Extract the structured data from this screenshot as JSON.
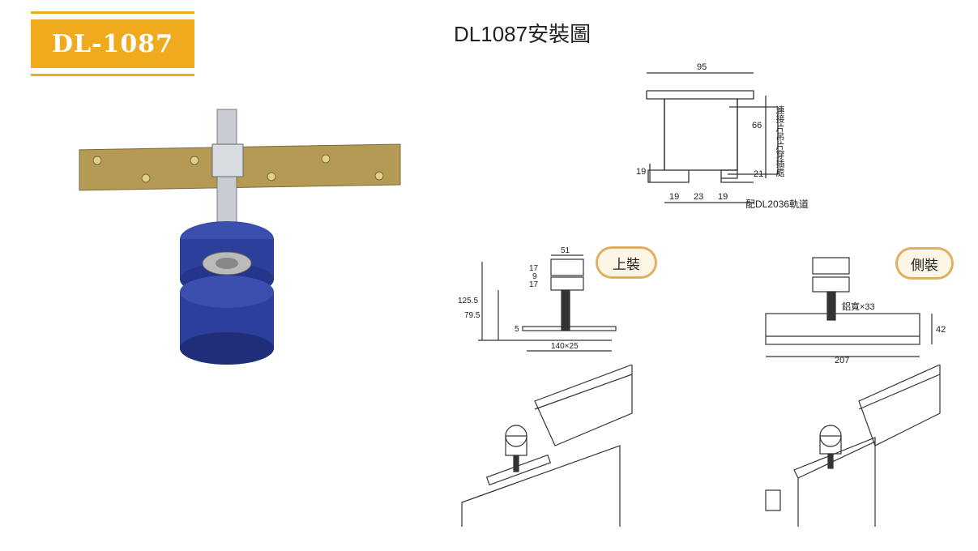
{
  "model_badge": "DL-1087",
  "title": "DL1087安裝圖",
  "profile": {
    "width": "95",
    "height": "66",
    "lower": "21",
    "side": "19",
    "bottom_left": "19",
    "bottom_gap": "23",
    "bottom_right": "19",
    "note_vertical": "連接片吊片穿插處",
    "track_note": "配DL2036軌道"
  },
  "top_mount": {
    "label": "上裝",
    "width": "51",
    "h1": "17",
    "h2": "9",
    "h3": "17",
    "total": "125.5",
    "mid": "79.5",
    "plate_t": "5",
    "plate": "140×25"
  },
  "side_mount": {
    "label": "側裝",
    "alu_width": "鋁寬×33",
    "height": "42",
    "length": "207"
  },
  "colors": {
    "badge": "#f0aa1e",
    "wheel": "#2c3f9a",
    "plate": "#b59a55"
  }
}
